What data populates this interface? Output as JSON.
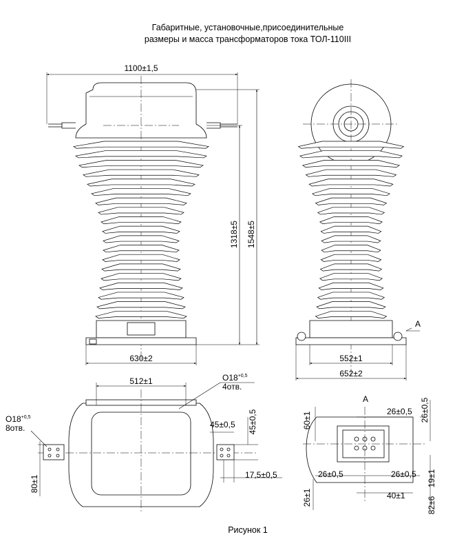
{
  "title": {
    "line1": "Габаритные, установочные,присоединительные",
    "line2": "размеры и масса трансформаторов тока ТОЛ-110III"
  },
  "caption": "Рисунок 1",
  "dimensions": {
    "width_terminals": "1100±1,5",
    "height_terminal": "1318±5",
    "height_total": "1548±5",
    "base_front": "630±2",
    "base_side_inner": "552±1",
    "base_side_outer": "652±2",
    "view_label": "A",
    "top_width": "512±1",
    "hole_right_label": "O18",
    "hole_right_sup": "+0,5",
    "hole_right_count": "4отв.",
    "hole_left_label": "O18",
    "hole_left_sup": "+0,5",
    "hole_left_count": "8отв.",
    "terminal_45_h": "45±0,5",
    "terminal_45_v": "45±0,5",
    "terminal_offset": "17,5±0,5",
    "terminal_80": "80±1",
    "detail_60": "60±1",
    "detail_26_top": "26±0,5",
    "detail_26_right": "26±0,5",
    "detail_26_left": "26±0,5",
    "detail_26_right2": "26±0,5",
    "detail_26_bottom": "26±1",
    "detail_19": "19±1",
    "detail_40": "40±1",
    "detail_82": "82±6"
  }
}
